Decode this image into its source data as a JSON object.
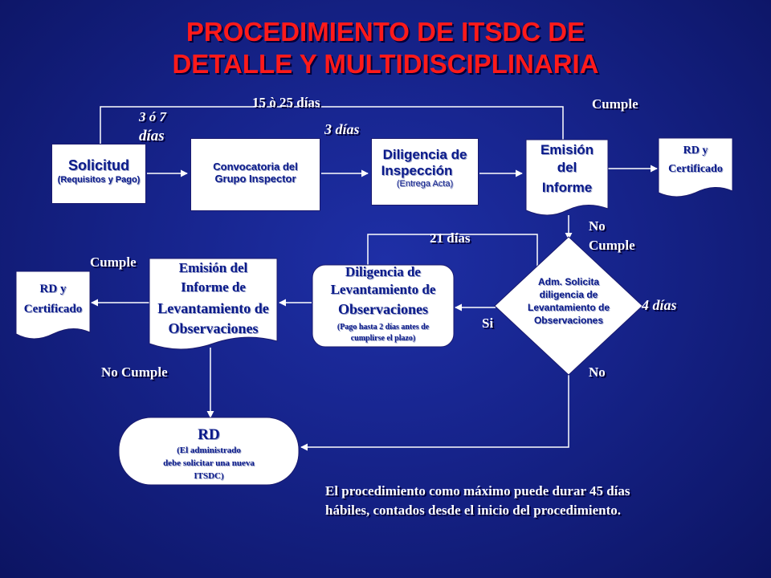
{
  "title": {
    "line1": "PROCEDIMIENTO DE ITSDC DE",
    "line2": "DETALLE Y MULTIDISCIPLINARIA"
  },
  "nodes": {
    "solicitud": {
      "title": "Solicitud",
      "sub": "(Requisitos y Pago)"
    },
    "convocatoria": {
      "line1": "Convocatoria del",
      "line2": "Grupo Inspector"
    },
    "diligencia_inspeccion": {
      "line1": "Diligencia de",
      "line2": "Inspección",
      "sub": "(Entrega Acta)"
    },
    "emision_informe": {
      "line1": "Emisión",
      "line2": "del",
      "line3": "Informe"
    },
    "rd_certificado_top": {
      "line1": "RD y",
      "line2": "Certificado"
    },
    "adm_solicita": {
      "line1": "Adm. Solicita",
      "line2": "diligencia de",
      "line3": "Levantamiento de",
      "line4": "Observaciones"
    },
    "diligencia_levantamiento": {
      "line1": "Diligencia de",
      "line2": "Levantamiento de",
      "line3": "Observaciones",
      "sub1": "(Pago hasta 2 días antes de",
      "sub2": "cumplirse el plazo)"
    },
    "emision_informe_levantamiento": {
      "line1": "Emisión del",
      "line2": "Informe de",
      "line3": "Levantamiento de",
      "line4": "Observaciones"
    },
    "rd_certificado_left": {
      "line1": "RD y",
      "line2": "Certificado"
    },
    "rd_final": {
      "title": "RD",
      "line1": "(El administrado",
      "line2": "debe solicitar una nueva",
      "line3": "ITSDC)"
    }
  },
  "labels": {
    "tres_o_siete_l1": "3 ó 7",
    "tres_o_siete_l2": "días",
    "quince_25": "15 ò 25 días",
    "tres_dias": "3 días",
    "cumple_top": "Cumple",
    "no_cumple_top_l1": "No",
    "no_cumple_top_l2": "Cumple",
    "veintiun_dias": "21 días",
    "cumple_left": "Cumple",
    "cuatro_dias": "4 días",
    "si": "Si",
    "no_cumple_bottom": "No Cumple",
    "no": "No"
  },
  "footer": {
    "line1": "El procedimiento como máximo puede durar 45 días",
    "line2": "hábiles, contados desde el inicio del procedimiento."
  },
  "colors": {
    "background": "#16238a",
    "title": "#ff1a1a",
    "text": "#ffffff",
    "box_text": "#0a1a8a"
  }
}
